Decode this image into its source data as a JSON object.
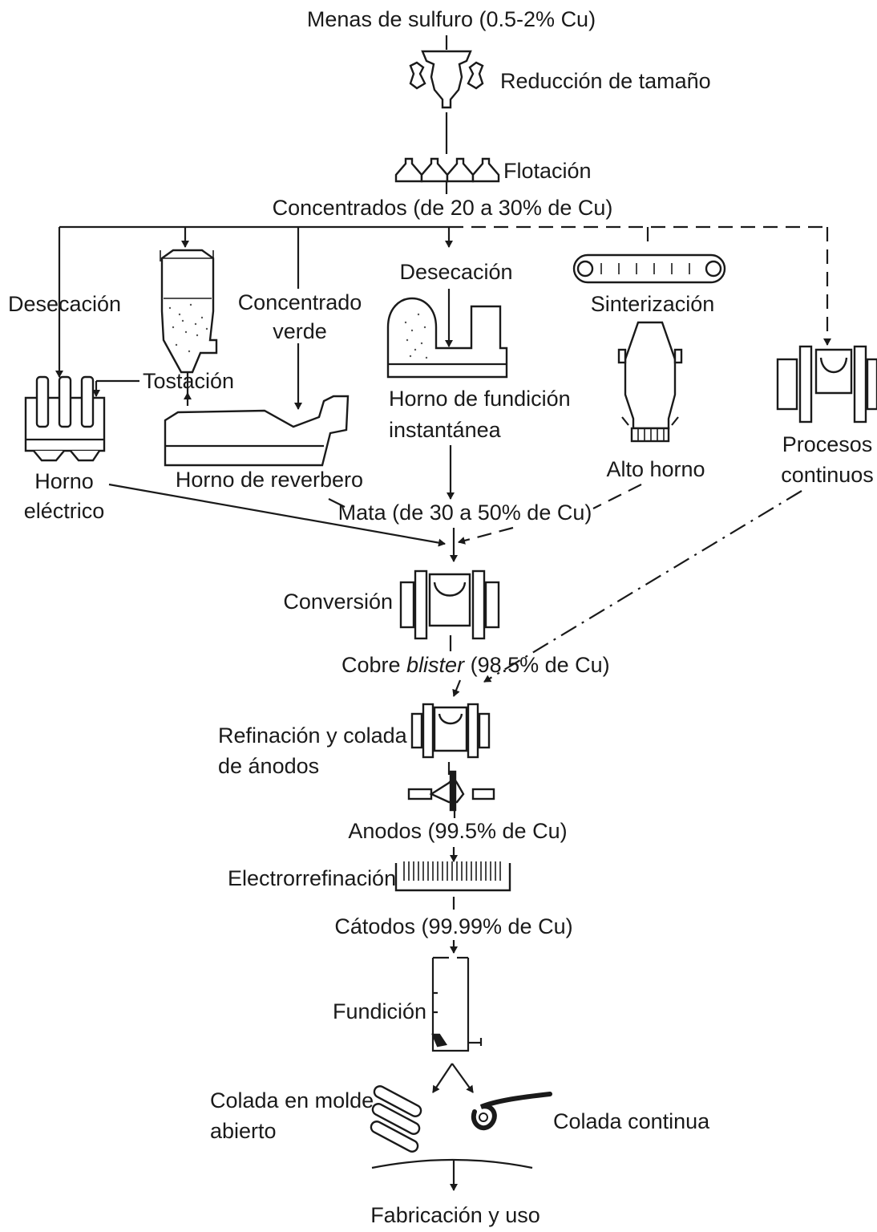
{
  "labels": {
    "menas": "Menas de sulfuro (0.5-2% Cu)",
    "reduccion": "Reducción de tamaño",
    "flotacion": "Flotación",
    "concentrados": "Concentrados (de 20 a 30% de Cu)",
    "desecacion_left": "Desecación",
    "concentrado_verde_1": "Concentrado",
    "concentrado_verde_2": "verde",
    "desecacion_mid": "Desecación",
    "sinterizacion": "Sinterización",
    "tostacion": "Tostación",
    "horno_fundicion_1": "Horno de fundición",
    "horno_fundicion_2": "instantánea",
    "horno_electrico_1": "Horno",
    "horno_electrico_2": "eléctrico",
    "horno_reverbero": "Horno de reverbero",
    "alto_horno": "Alto horno",
    "procesos_1": "Procesos",
    "procesos_2": "continuos",
    "mata": "Mata (de 30 a 50% de Cu)",
    "conversion": "Conversión",
    "cobre_a": "Cobre ",
    "cobre_b": "blister",
    "cobre_c": " (98.5% de Cu)",
    "refinacion_1": "Refinación y colada",
    "refinacion_2": "de ánodos",
    "anodos": "Anodos (99.5% de Cu)",
    "electrorrefinacion": "Electrorrefinación",
    "catodos": "Cátodos (99.99% de Cu)",
    "fundicion": "Fundición",
    "colada_molde_1": "Colada en molde",
    "colada_molde_2": "abierto",
    "colada_continua": "Colada continua",
    "fabricacion": "Fabricación y uso"
  },
  "icons": [
    "crusher-icon",
    "flotation-cells-icon",
    "electric-furnace-icon",
    "roaster-icon",
    "reverberatory-furnace-icon",
    "flash-smelter-icon",
    "sintering-belt-icon",
    "blast-furnace-icon",
    "continuous-process-icon",
    "converter-icon",
    "refining-furnace-icon",
    "anode-casting-icon",
    "electrolytic-cell-icon",
    "melting-shaft-icon",
    "open-mold-ingots-icon",
    "continuous-casting-coil-icon"
  ]
}
